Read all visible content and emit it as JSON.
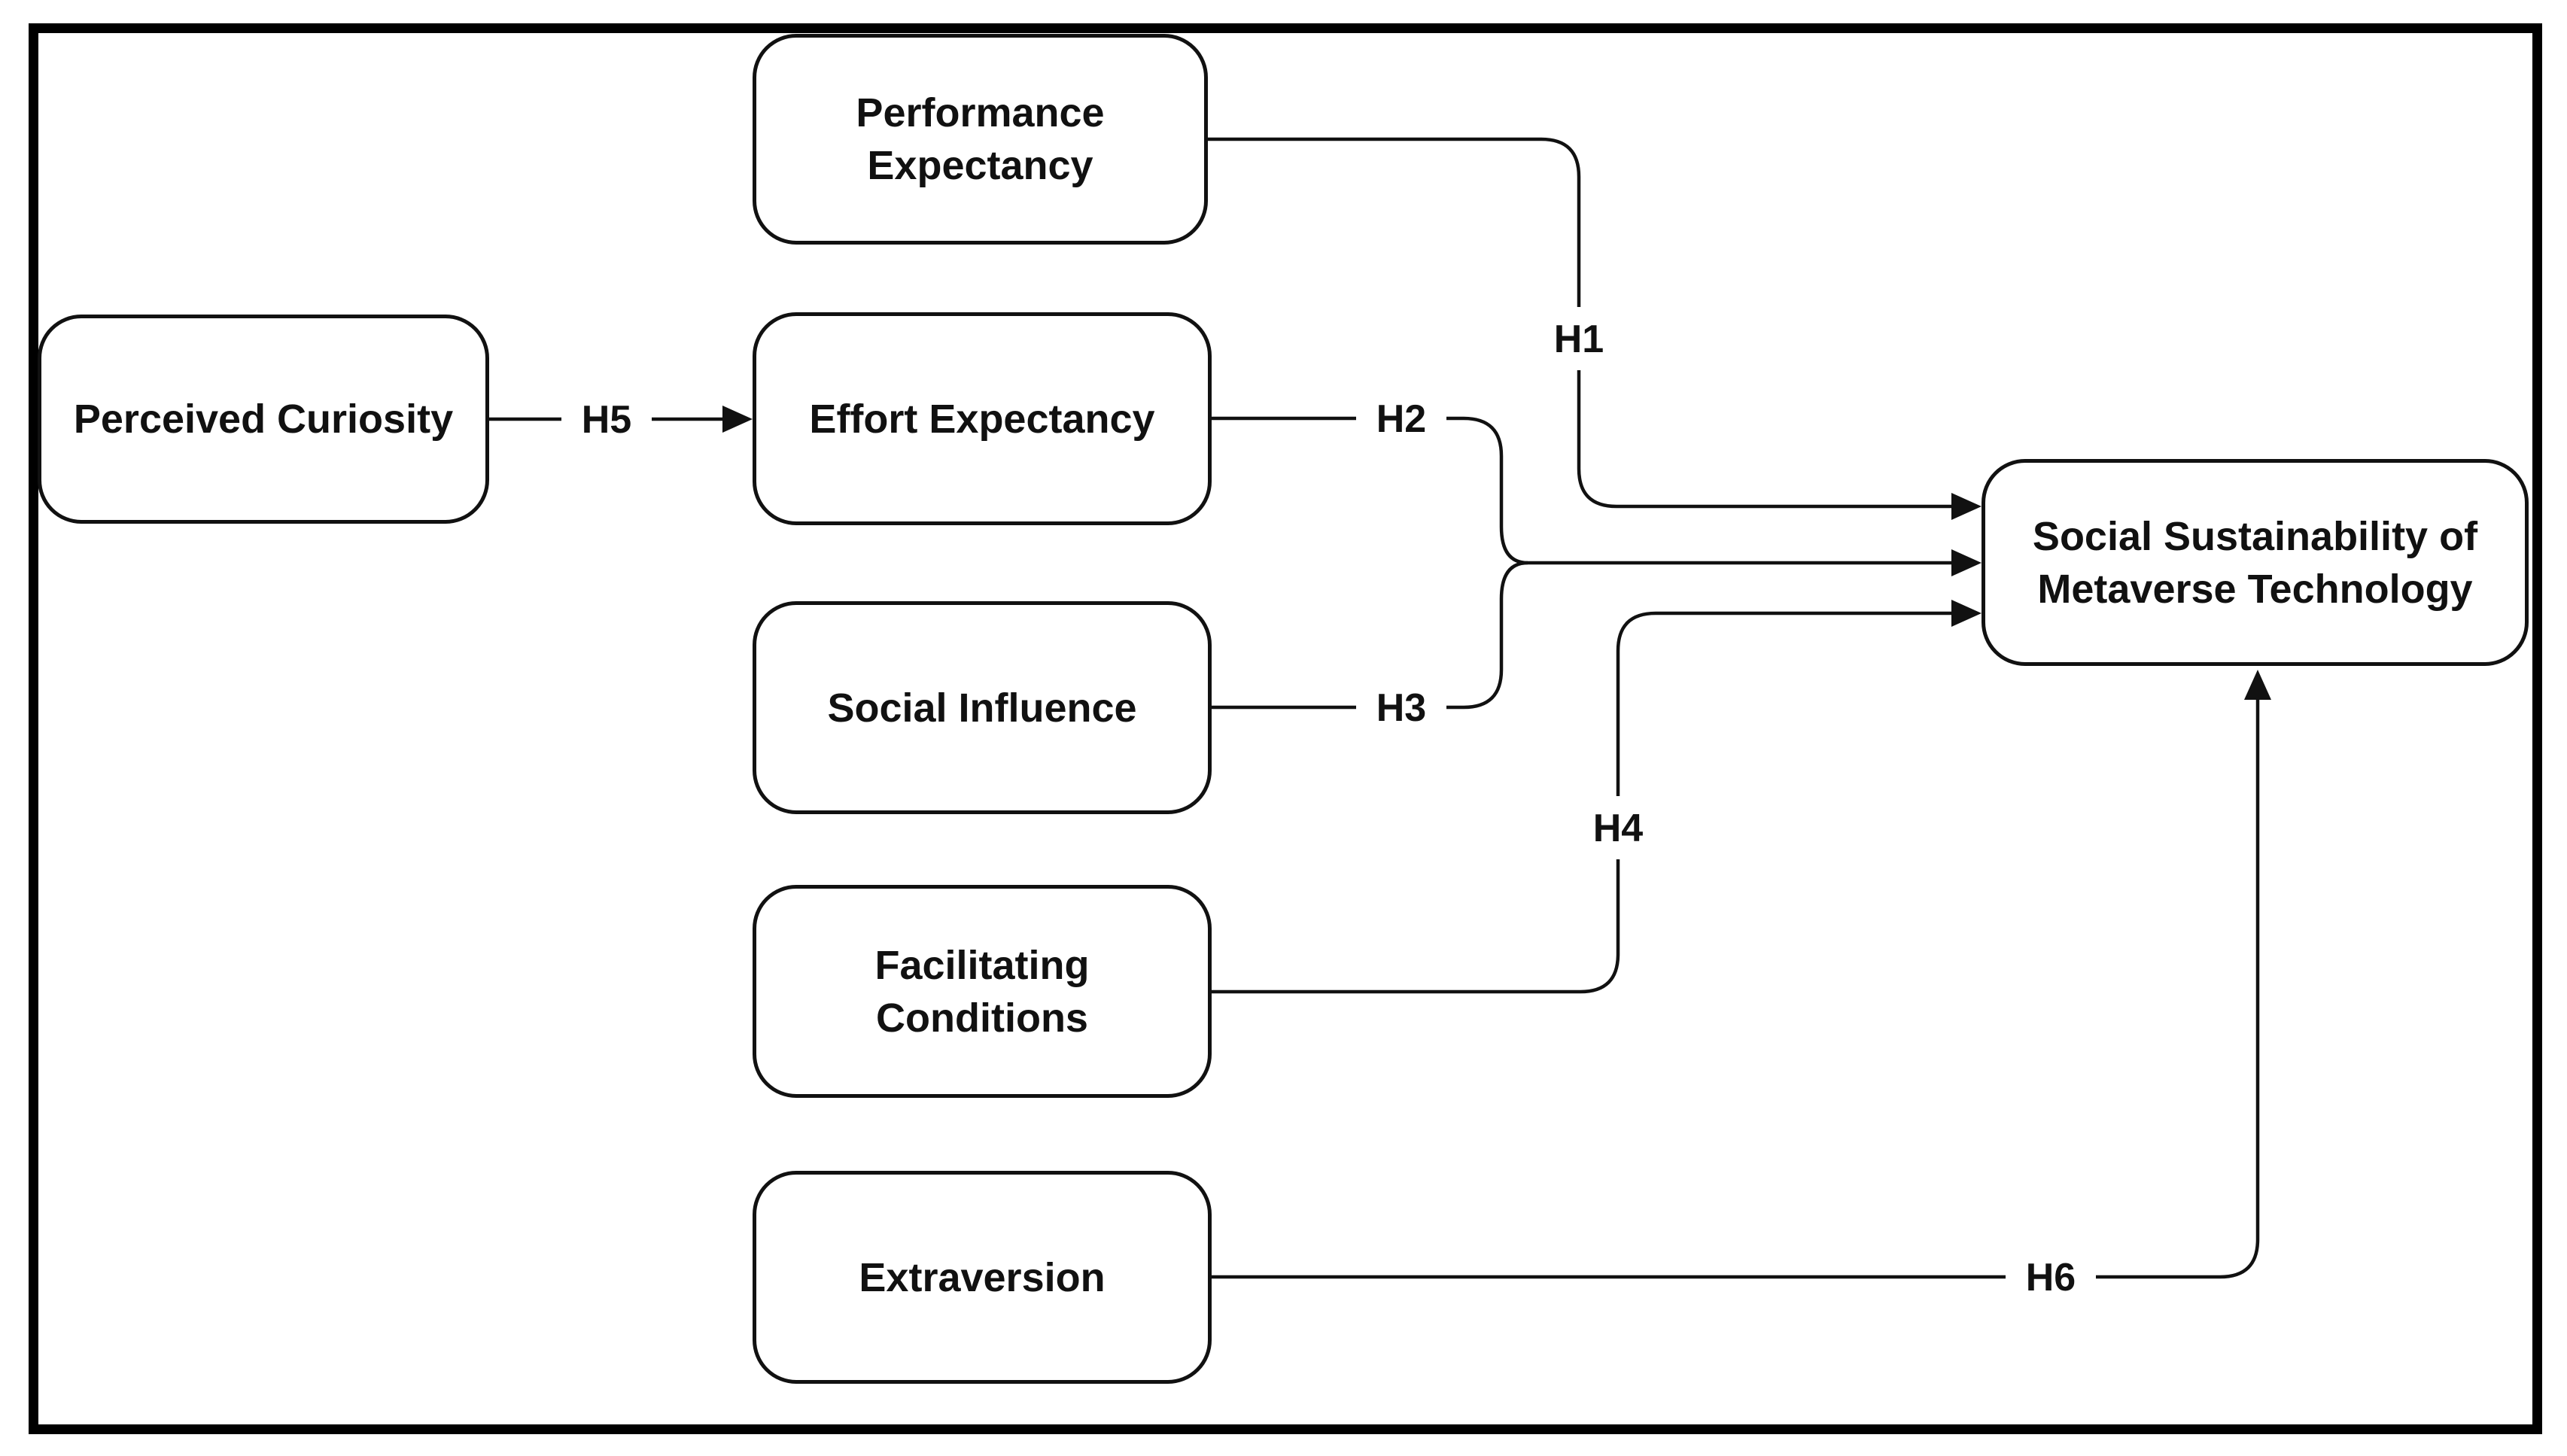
{
  "diagram": {
    "type": "hypothesis-model",
    "colors": {
      "stroke": "#111111",
      "background": "#ffffff",
      "text": "#111111"
    }
  },
  "nodes": {
    "performance_expectancy": {
      "lines": [
        "Performance",
        "Expectancy"
      ]
    },
    "perceived_curiosity": {
      "lines": [
        "Perceived Curiosity"
      ]
    },
    "effort_expectancy": {
      "lines": [
        "Effort Expectancy"
      ]
    },
    "social_influence": {
      "lines": [
        "Social Influence"
      ]
    },
    "facilitating_conditions": {
      "lines": [
        "Facilitating",
        "Conditions"
      ]
    },
    "extraversion": {
      "lines": [
        "Extraversion"
      ]
    },
    "social_sustainability": {
      "lines": [
        "Social Sustainability of",
        "Metaverse Technology"
      ]
    }
  },
  "edges": {
    "h1": {
      "label": "H1",
      "from": "Performance Expectancy",
      "to": "Social Sustainability of Metaverse Technology"
    },
    "h2": {
      "label": "H2",
      "from": "Effort Expectancy",
      "to": "Social Sustainability of Metaverse Technology"
    },
    "h3": {
      "label": "H3",
      "from": "Social Influence",
      "to": "Social Sustainability of Metaverse Technology"
    },
    "h4": {
      "label": "H4",
      "from": "Facilitating Conditions",
      "to": "Social Sustainability of Metaverse Technology"
    },
    "h5": {
      "label": "H5",
      "from": "Perceived Curiosity",
      "to": "Effort Expectancy"
    },
    "h6": {
      "label": "H6",
      "from": "Extraversion",
      "to": "Social Sustainability of Metaverse Technology"
    }
  }
}
